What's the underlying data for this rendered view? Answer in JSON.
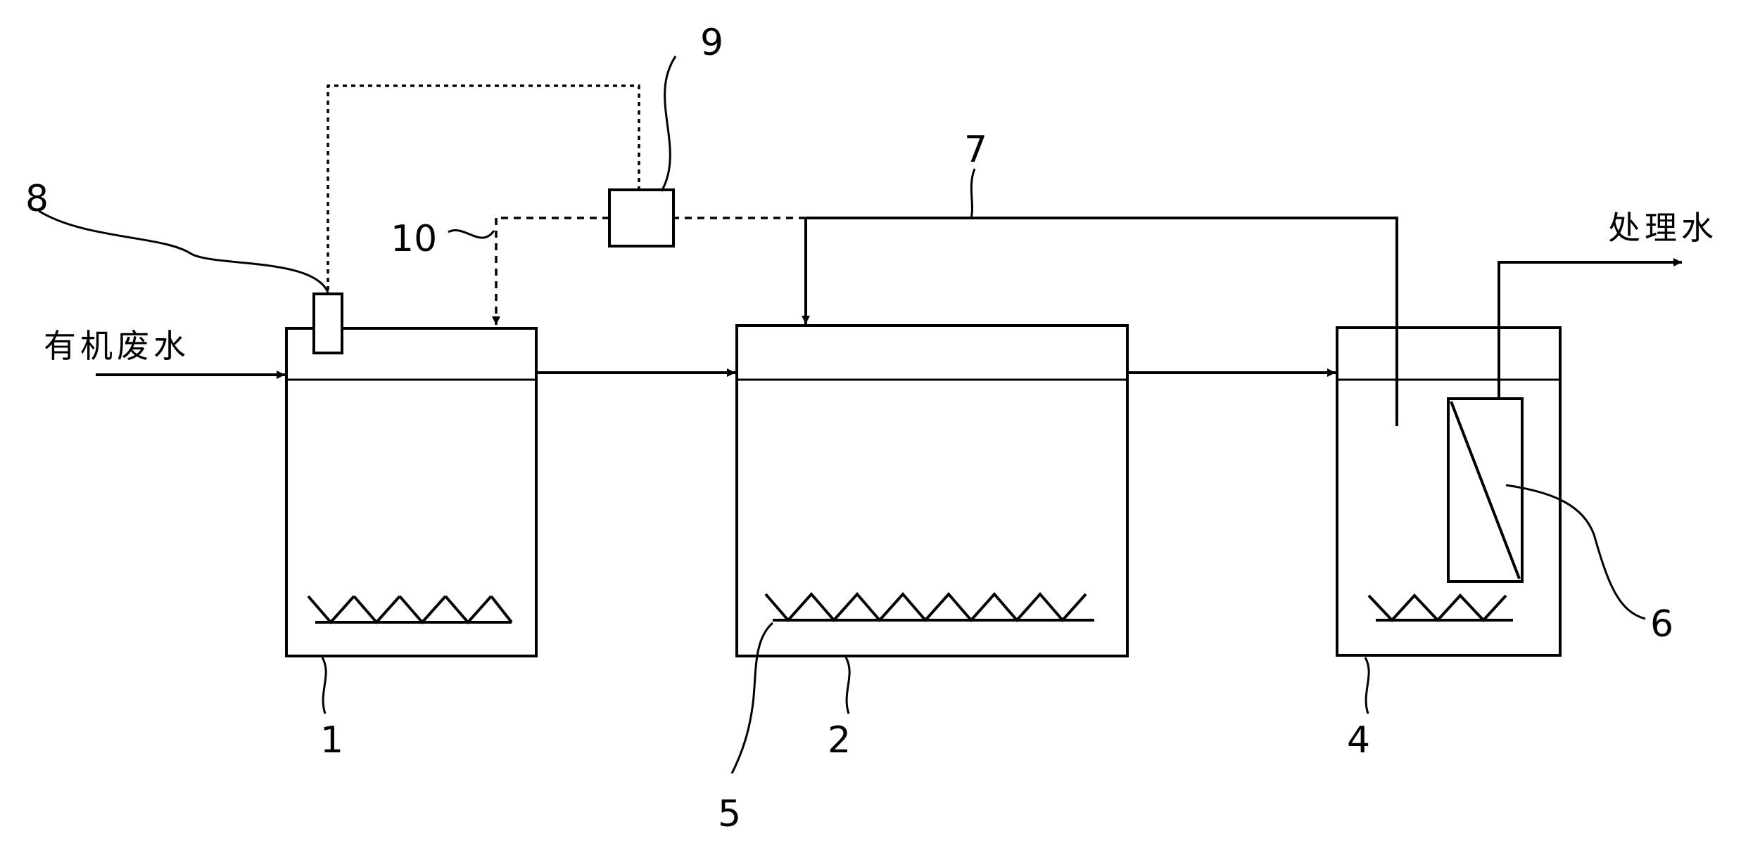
{
  "inlet_label": "有机废水",
  "outlet_label": "处理水",
  "reference_numerals": {
    "n1": "1",
    "n2": "2",
    "n4": "4",
    "n5": "5",
    "n6": "6",
    "n7": "7",
    "n8": "8",
    "n9": "9",
    "n10": "10"
  }
}
